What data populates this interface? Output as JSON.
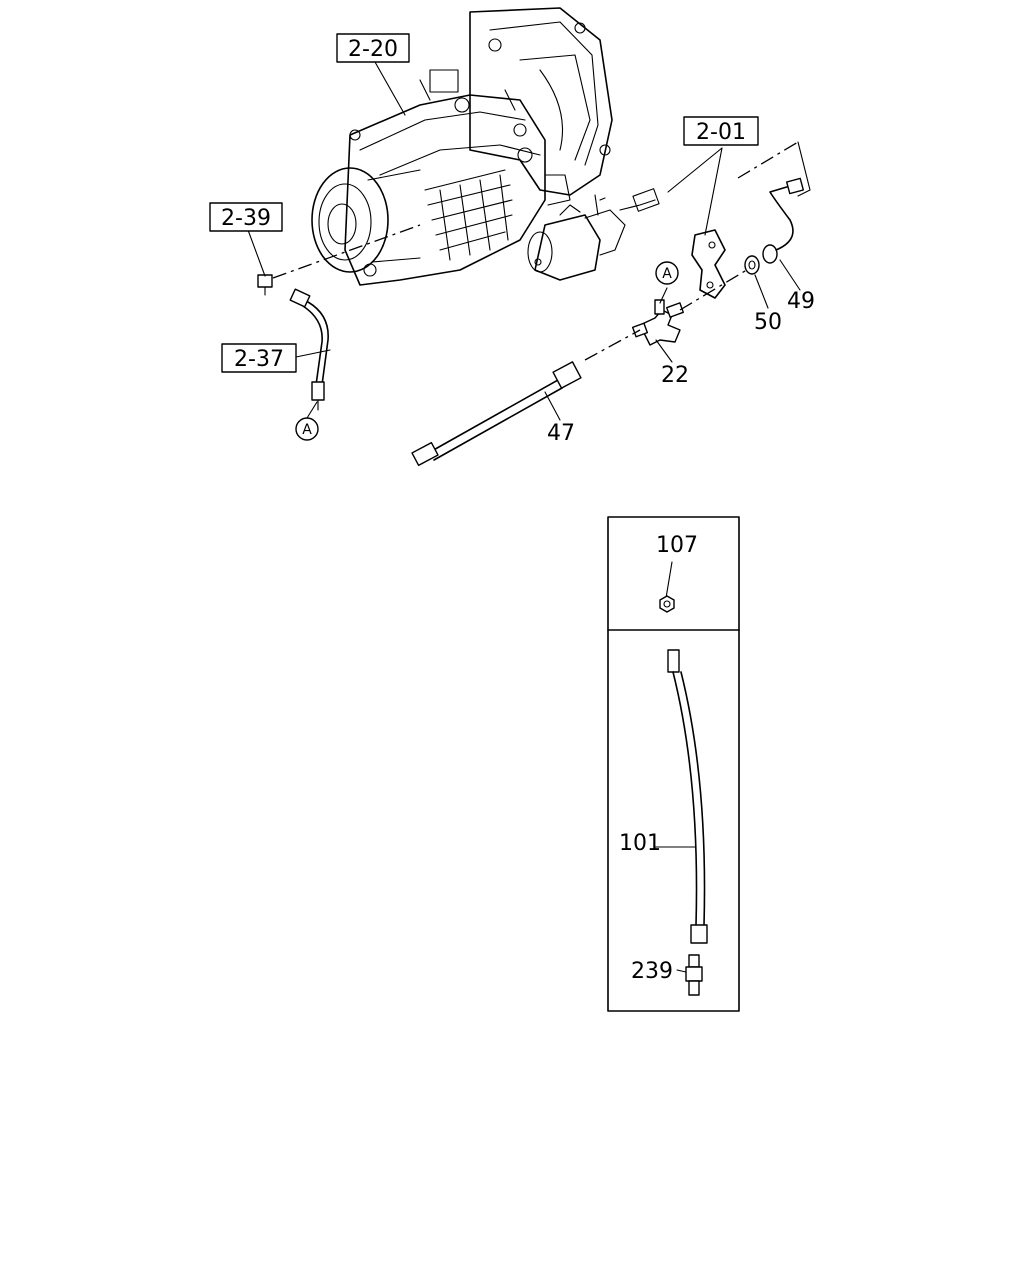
{
  "references": {
    "r2_20": "2-20",
    "r2_01": "2-01",
    "r2_39": "2-39",
    "r2_37": "2-37"
  },
  "parts": {
    "p47": "47",
    "p22": "22",
    "p49": "49",
    "p50": "50",
    "p107": "107",
    "p101": "101",
    "p239": "239"
  },
  "connectors": {
    "a_top": "A",
    "a_bottom": "A"
  }
}
